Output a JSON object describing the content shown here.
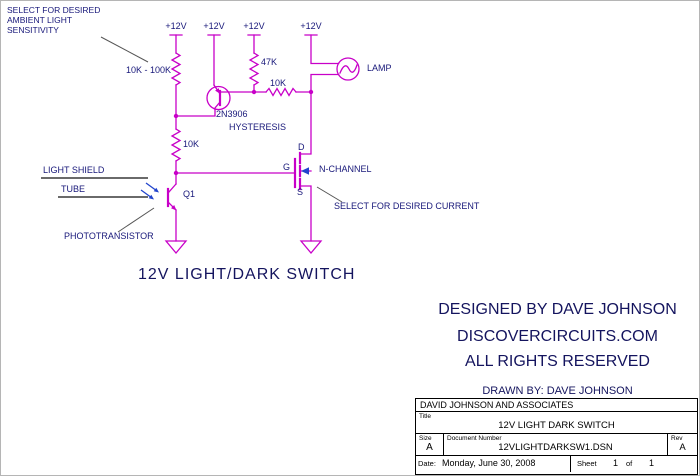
{
  "colors": {
    "wire": "#C800C8",
    "label_text": "#18187A",
    "annotation_arrow": "#2244CC",
    "block_text": "#000000"
  },
  "schematic": {
    "notes": {
      "sensitivity": "SELECT FOR DESIRED\nAMBIENT LIGHT\nSENSITIVITY",
      "light_shield": "LIGHT SHIELD",
      "tube": "TUBE",
      "phototransistor": "PHOTOTRANSISTOR",
      "current": "SELECT FOR DESIRED CURRENT",
      "hysteresis": "HYSTERESIS",
      "n_channel": "N-CHANNEL",
      "lamp": "LAMP"
    },
    "power_labels": [
      "+12V",
      "+12V",
      "+12V",
      "+12V"
    ],
    "components": {
      "r_sense": "10K - 100K",
      "r_47k": "47K",
      "r_10k_vertical": "10K",
      "r_10k_horizontal": "10K",
      "q_pnp": "2N3906",
      "q_photo": "Q1"
    },
    "mosfet_pins": {
      "d": "D",
      "g": "G",
      "s": "S"
    },
    "title": "12V LIGHT/DARK SWITCH"
  },
  "credits": {
    "designed_by": "DESIGNED BY DAVE JOHNSON",
    "site": "DISCOVERCIRCUITS.COM",
    "rights": "ALL RIGHTS RESERVED",
    "drawn_by": "DRAWN BY: DAVE JOHNSON"
  },
  "title_block": {
    "company": "DAVID JOHNSON AND ASSOCIATES",
    "title_label": "Title",
    "title": "12V LIGHT DARK SWITCH",
    "size_label": "Size",
    "size": "A",
    "doc_label": "Document Number",
    "doc": "12VLIGHTDARKSW1.DSN",
    "rev_label": "Rev",
    "rev": "A",
    "date_label": "Date:",
    "date": "Monday, June 30, 2008",
    "sheet_label": "Sheet",
    "sheet": "1",
    "of_label": "of",
    "of": "1"
  }
}
